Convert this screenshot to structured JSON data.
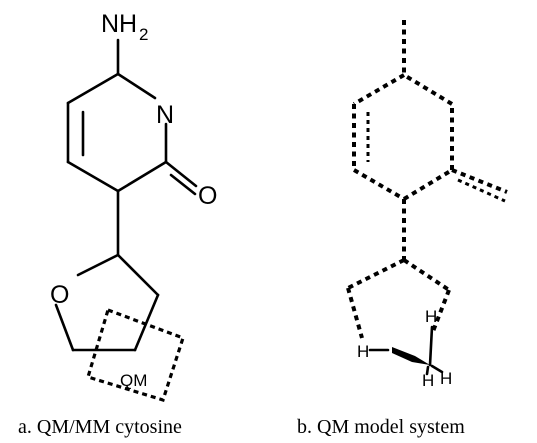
{
  "panel_a": {
    "atom_n": "N",
    "atom_o_carbonyl": "O",
    "atom_o_ring": "O",
    "amine_n": "NH",
    "amine_sub": "2",
    "qm_region_label": "QM",
    "caption": "a.  QM/MM cytosine"
  },
  "panel_b": {
    "h_left": "H",
    "h_top": "H",
    "h_bottom_1": "H",
    "h_bottom_2": "H",
    "caption": "b.  QM model system"
  }
}
